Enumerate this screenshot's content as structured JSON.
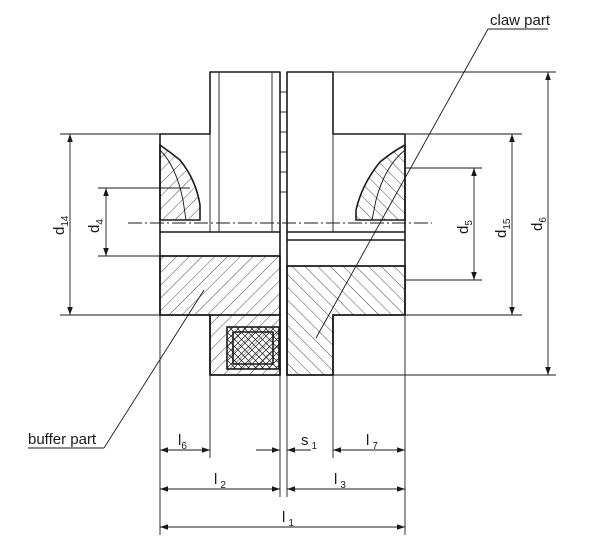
{
  "labels": {
    "claw_part": "claw part",
    "buffer_part": "buffer part"
  },
  "dimensions": {
    "d14": {
      "main": "d",
      "sub": "14"
    },
    "d4": {
      "main": "d",
      "sub": "4"
    },
    "d5": {
      "main": "d",
      "sub": "5"
    },
    "d15": {
      "main": "d",
      "sub": "15"
    },
    "d6": {
      "main": "d",
      "sub": "6"
    },
    "l6": {
      "main": "l",
      "sub": "6"
    },
    "s1": {
      "main": "s",
      "sub": "1"
    },
    "l7": {
      "main": "l",
      "sub": "7"
    },
    "l2": {
      "main": "l",
      "sub": "2"
    },
    "l3": {
      "main": "l",
      "sub": "3"
    },
    "l1": {
      "main": "l",
      "sub": "1"
    }
  },
  "colors": {
    "line": "#1a1a1a",
    "background": "#ffffff"
  }
}
